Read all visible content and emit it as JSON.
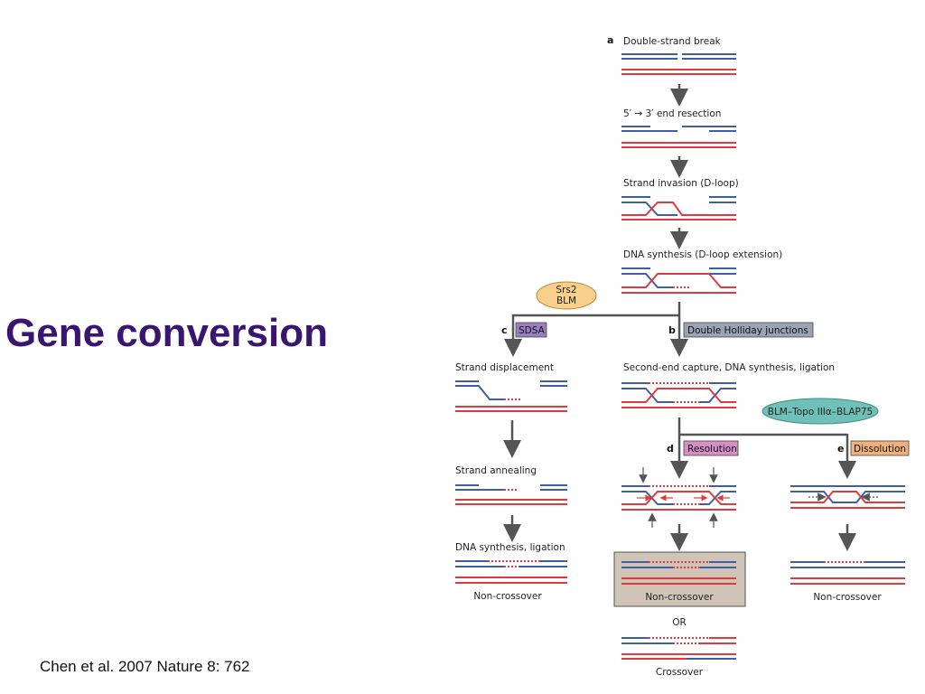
{
  "slide": {
    "title": "Gene conversion",
    "citation": "Chen et al. 2007 Nature 8: 762"
  },
  "figure": {
    "step_a_letter": "a",
    "step_a_label": "Double-strand break",
    "step_resection": "5′ → 3′ end resection",
    "step_invasion": "Strand invasion (D-loop)",
    "step_synthesis": "DNA synthesis (D-loop extension)",
    "srs2_line1": "Srs2",
    "srs2_line2": "BLM",
    "c_letter": "c",
    "c_box": "SDSA",
    "b_letter": "b",
    "b_box": "Double Holliday junctions",
    "c_step1": "Strand displacement",
    "c_step2": "Strand annealing",
    "c_step3": "DNA synthesis, ligation",
    "c_result": "Non-crossover",
    "b_step": "Second-end capture, DNA synthesis, ligation",
    "complex_label": "BLM–Topo IIIα–BLAP75",
    "d_letter": "d",
    "d_box": "Resolution",
    "e_letter": "e",
    "e_box": "Dissolution",
    "d_result1": "Non-crossover",
    "d_or": "OR",
    "d_result2": "Crossover",
    "e_result": "Non-crossover"
  },
  "colors": {
    "title": "#3a1570",
    "blue_strand": "#3e5ea6",
    "red_strand": "#e03a3e",
    "arrow": "#555555",
    "sdsa_box": "#9a7fc0",
    "dhj_box": "#9aa5b3",
    "resolution_box": "#d58fc4",
    "dissolution_box": "#f0b07a",
    "ellipse_srs2": "#f9d08a",
    "ellipse_complex": "#6fc1b8",
    "noncrossover_panel": "#cfc4b6"
  }
}
